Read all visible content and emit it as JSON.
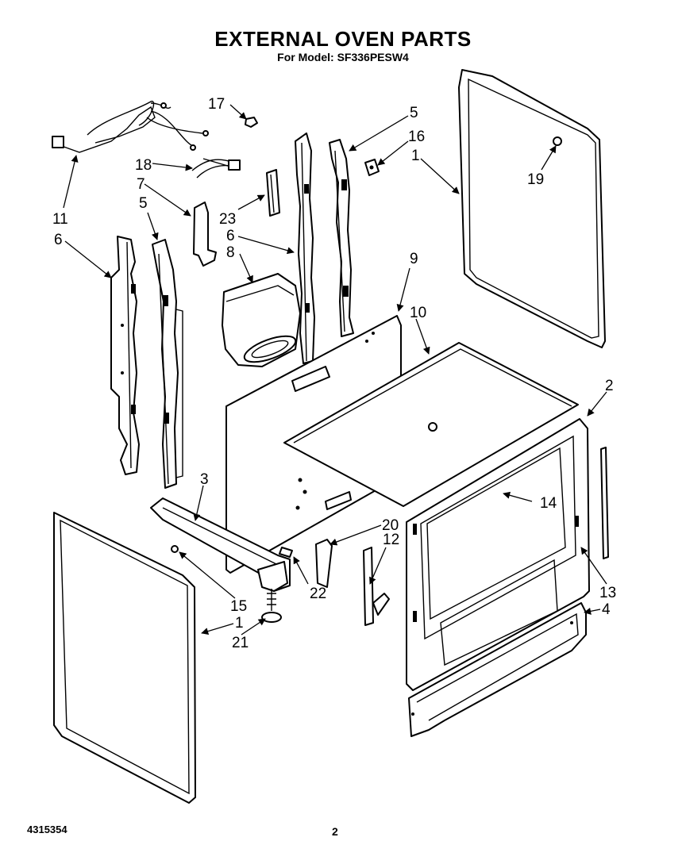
{
  "header": {
    "title": "EXTERNAL OVEN PARTS",
    "subtitle": "For Model: SF336PESW4"
  },
  "footer": {
    "document_number": "4315354",
    "page_number": "2"
  },
  "callouts": [
    {
      "id": "c1a",
      "label": "1"
    },
    {
      "id": "c1b",
      "label": "1"
    },
    {
      "id": "c2",
      "label": "2"
    },
    {
      "id": "c3",
      "label": "3"
    },
    {
      "id": "c4",
      "label": "4"
    },
    {
      "id": "c5a",
      "label": "5"
    },
    {
      "id": "c5b",
      "label": "5"
    },
    {
      "id": "c6a",
      "label": "6"
    },
    {
      "id": "c6b",
      "label": "6"
    },
    {
      "id": "c7",
      "label": "7"
    },
    {
      "id": "c8",
      "label": "8"
    },
    {
      "id": "c9",
      "label": "9"
    },
    {
      "id": "c10",
      "label": "10"
    },
    {
      "id": "c11",
      "label": "11"
    },
    {
      "id": "c12",
      "label": "12"
    },
    {
      "id": "c13",
      "label": "13"
    },
    {
      "id": "c14",
      "label": "14"
    },
    {
      "id": "c15",
      "label": "15"
    },
    {
      "id": "c16",
      "label": "16"
    },
    {
      "id": "c17",
      "label": "17"
    },
    {
      "id": "c18",
      "label": "18"
    },
    {
      "id": "c19",
      "label": "19"
    },
    {
      "id": "c20",
      "label": "20"
    },
    {
      "id": "c21",
      "label": "21"
    },
    {
      "id": "c22",
      "label": "22"
    },
    {
      "id": "c23",
      "label": "23"
    }
  ]
}
